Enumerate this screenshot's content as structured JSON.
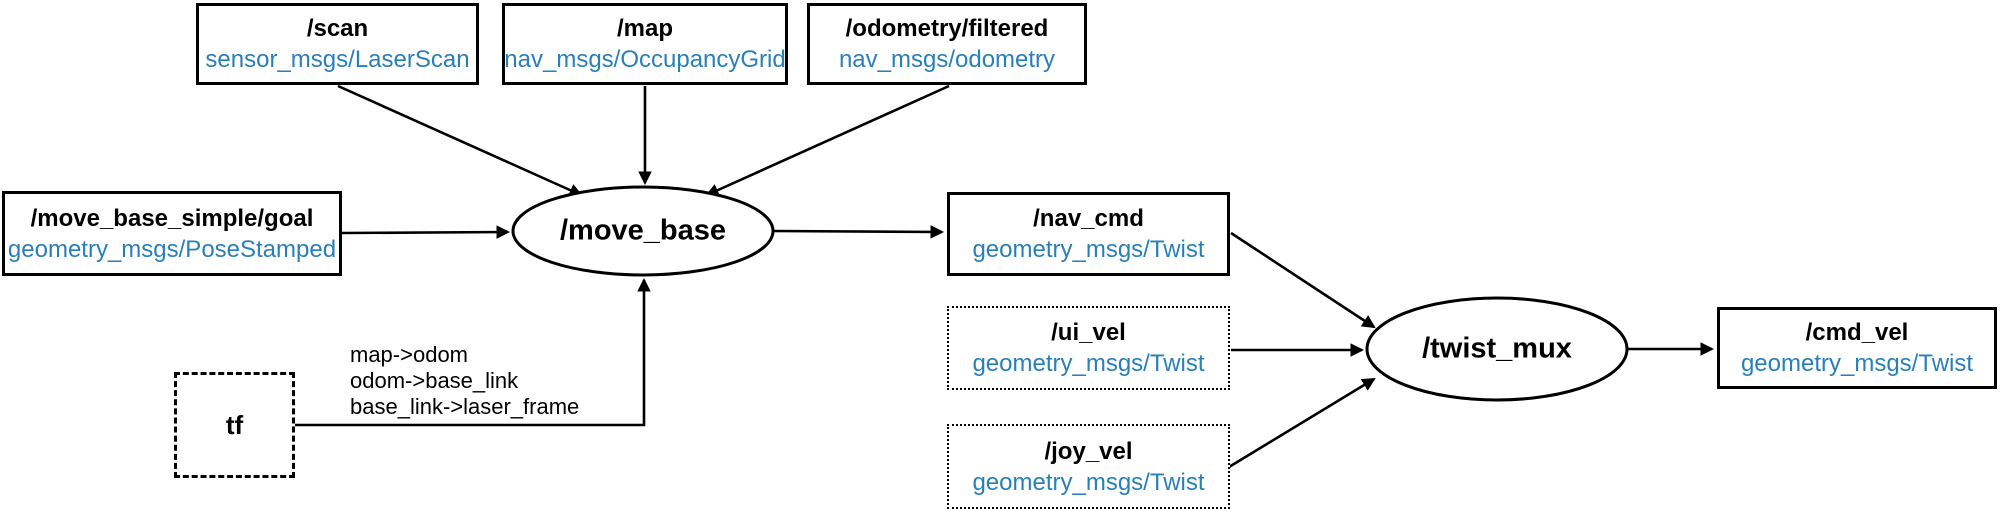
{
  "diagram": {
    "nodes": {
      "scan": {
        "title": "/scan",
        "type": "sensor_msgs/LaserScan"
      },
      "map": {
        "title": "/map",
        "type": "nav_msgs/OccupancyGrid"
      },
      "odometry": {
        "title": "/odometry/filtered",
        "type": "nav_msgs/odometry"
      },
      "goal": {
        "title": "/move_base_simple/goal",
        "type": "geometry_msgs/PoseStamped"
      },
      "move_base": {
        "label": "/move_base"
      },
      "tf": {
        "label": "tf",
        "transforms": [
          "map->odom",
          "odom->base_link",
          "base_link->laser_frame"
        ]
      },
      "nav_cmd": {
        "title": "/nav_cmd",
        "type": "geometry_msgs/Twist"
      },
      "ui_vel": {
        "title": "/ui_vel",
        "type": "geometry_msgs/Twist"
      },
      "joy_vel": {
        "title": "/joy_vel",
        "type": "geometry_msgs/Twist"
      },
      "twist_mux": {
        "label": "/twist_mux"
      },
      "cmd_vel": {
        "title": "/cmd_vel",
        "type": "geometry_msgs/Twist"
      }
    },
    "edges": [
      {
        "from": "/scan",
        "to": "/move_base"
      },
      {
        "from": "/map",
        "to": "/move_base"
      },
      {
        "from": "/odometry/filtered",
        "to": "/move_base"
      },
      {
        "from": "/move_base_simple/goal",
        "to": "/move_base"
      },
      {
        "from": "tf",
        "to": "/move_base"
      },
      {
        "from": "/move_base",
        "to": "/nav_cmd"
      },
      {
        "from": "/nav_cmd",
        "to": "/twist_mux"
      },
      {
        "from": "/ui_vel",
        "to": "/twist_mux"
      },
      {
        "from": "/joy_vel",
        "to": "/twist_mux"
      },
      {
        "from": "/twist_mux",
        "to": "/cmd_vel"
      }
    ],
    "colors": {
      "topic_type_text": "#2980B9",
      "node_text": "#000000",
      "stroke": "#000000",
      "background": "#FFFFFF"
    }
  }
}
